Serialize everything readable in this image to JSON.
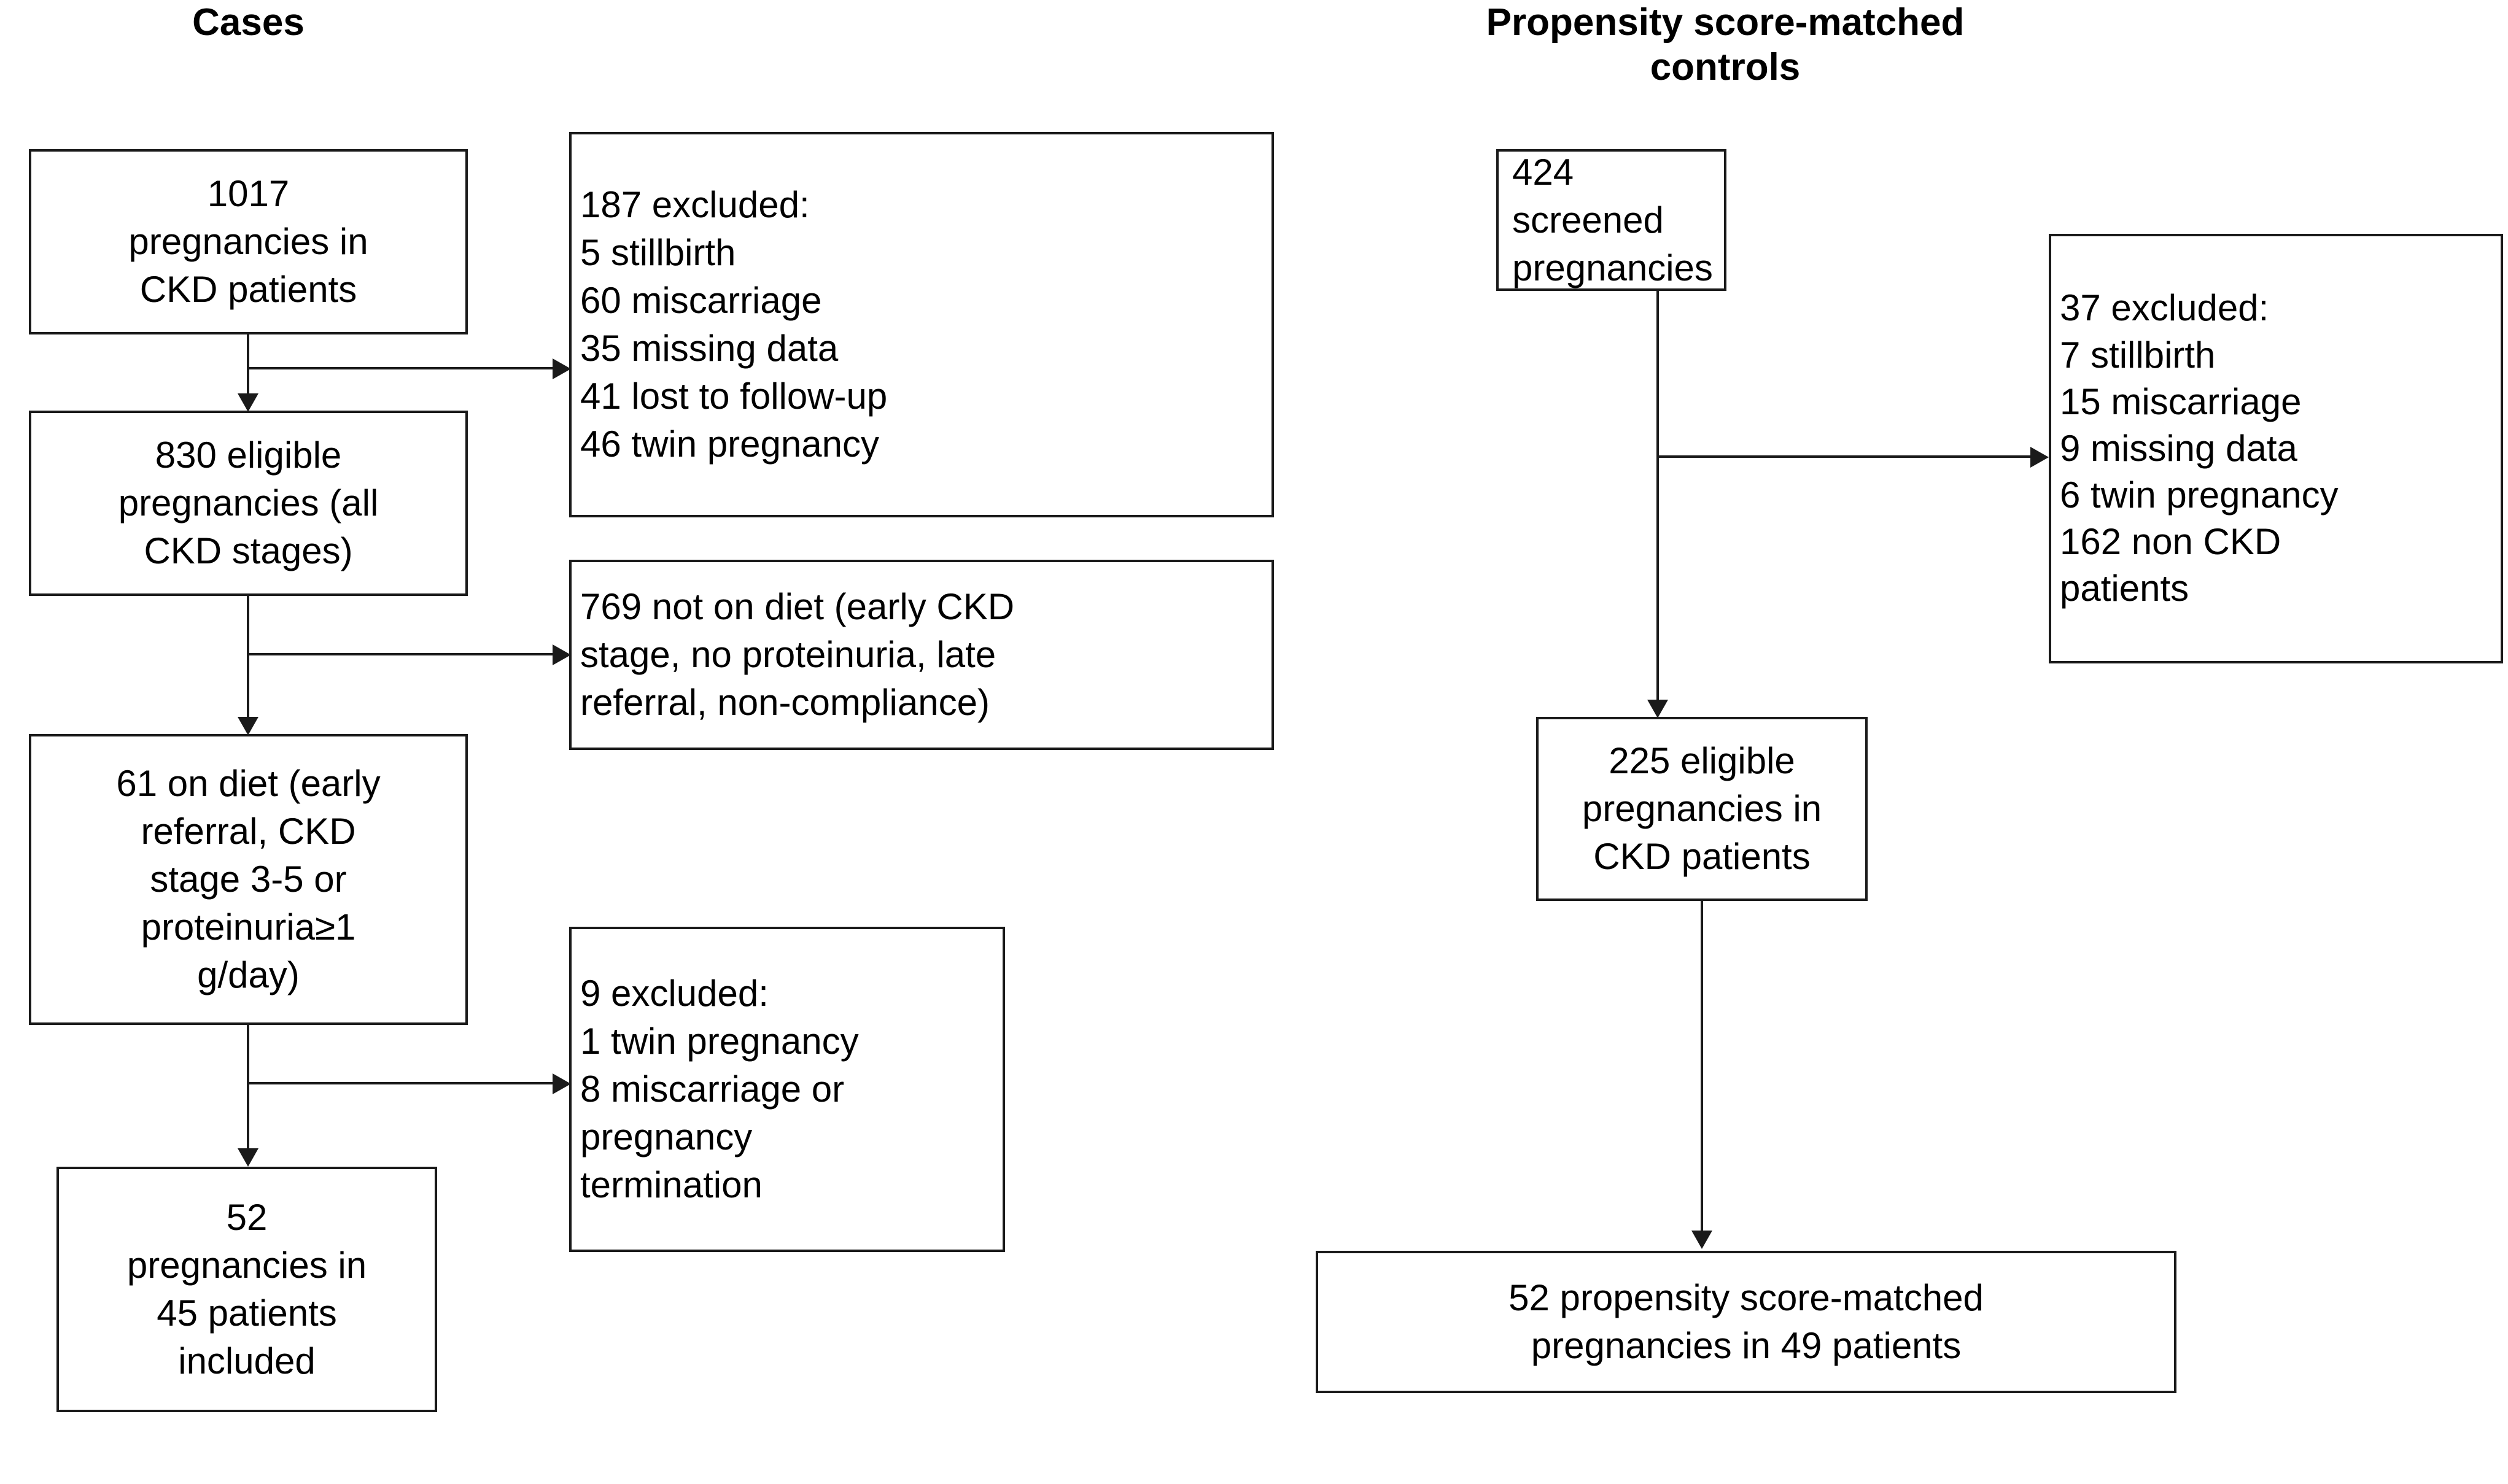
{
  "figure": {
    "type": "flowchart",
    "orientation": "two-column study enrollment flow diagram"
  },
  "columns": {
    "left": {
      "title": "Cases",
      "nodes": {
        "source": "1017\npregnancies in\nCKD patients",
        "eligible": "830 eligible\npregnancies (all\nCKD stages)",
        "on_diet": "61 on diet (early\nreferral, CKD\nstage 3-5 or\nproteinuria≥1\ng/day)",
        "included": "52\npregnancies in\n45 patients\nincluded"
      },
      "exclusions": {
        "first": "187 excluded:\n5 stillbirth\n60 miscarriage\n35 missing data\n41 lost to follow-up\n46 twin pregnancy",
        "second": "769 not on diet (early CKD\nstage, no proteinuria, late\nreferral, non-compliance)",
        "third": "9 excluded:\n1 twin pregnancy\n8 miscarriage or\npregnancy\ntermination"
      }
    },
    "right": {
      "title": "Propensity score-matched\ncontrols",
      "nodes": {
        "screened": "424 screened\npregnancies",
        "eligible": "225 eligible\npregnancies in\nCKD patients",
        "matched": "52 propensity score-matched\npregnancies in 49 patients"
      },
      "exclusions": {
        "first": "37 excluded:\n7 stillbirth\n15 miscarriage\n9 missing data\n6 twin pregnancy\n162 non CKD\npatients"
      }
    }
  },
  "chart_data": {
    "type": "flowchart",
    "title": "Study enrollment flow: Cases and Propensity score-matched controls",
    "branches": [
      {
        "name": "Cases",
        "steps": [
          {
            "label": "1017 pregnancies in CKD patients",
            "n": 1017
          },
          {
            "label": "830 eligible pregnancies (all CKD stages)",
            "n": 830
          },
          {
            "label": "61 on diet (early referral, CKD stage 3-5 or proteinuria≥1 g/day)",
            "n": 61
          },
          {
            "label": "52 pregnancies in 45 patients included",
            "n": 52,
            "patients": 45
          }
        ],
        "exclusions": [
          {
            "total": 187,
            "reasons": [
              {
                "n": 5,
                "reason": "stillbirth"
              },
              {
                "n": 60,
                "reason": "miscarriage"
              },
              {
                "n": 35,
                "reason": "missing data"
              },
              {
                "n": 41,
                "reason": "lost to follow-up"
              },
              {
                "n": 46,
                "reason": "twin pregnancy"
              }
            ]
          },
          {
            "total": 769,
            "reasons": [
              {
                "n": 769,
                "reason": "not on diet (early CKD stage, no proteinuria, late referral, non-compliance)"
              }
            ]
          },
          {
            "total": 9,
            "reasons": [
              {
                "n": 1,
                "reason": "twin pregnancy"
              },
              {
                "n": 8,
                "reason": "miscarriage or pregnancy termination"
              }
            ]
          }
        ]
      },
      {
        "name": "Propensity score-matched controls",
        "steps": [
          {
            "label": "424 screened pregnancies",
            "n": 424
          },
          {
            "label": "225 eligible pregnancies in CKD patients",
            "n": 225
          },
          {
            "label": "52 propensity score-matched pregnancies in 49 patients",
            "n": 52,
            "patients": 49
          }
        ],
        "exclusions": [
          {
            "total": 37,
            "reasons": [
              {
                "n": 7,
                "reason": "stillbirth"
              },
              {
                "n": 15,
                "reason": "miscarriage"
              },
              {
                "n": 9,
                "reason": "missing data"
              },
              {
                "n": 6,
                "reason": "twin pregnancy"
              },
              {
                "n": 162,
                "reason": "non CKD patients"
              }
            ]
          }
        ]
      }
    ]
  },
  "style": {
    "box_border_color": "#1a1a1a",
    "background_color": "#ffffff",
    "text_color": "#000000"
  }
}
